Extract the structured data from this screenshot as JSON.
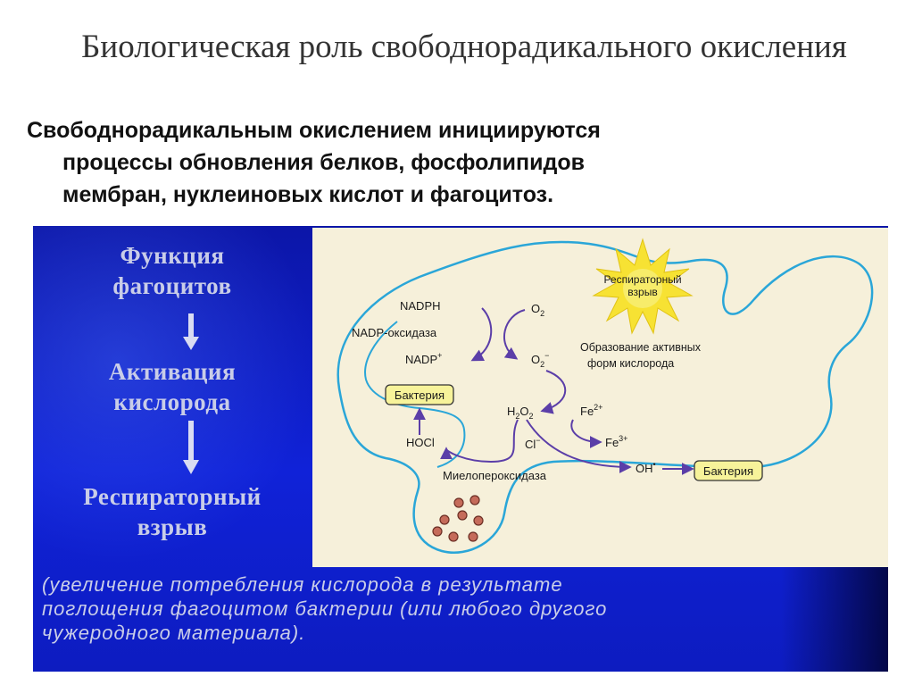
{
  "title": "Биологическая роль свободнорадикального окисления",
  "body": {
    "line1": "Свободнорадикальным окислением инициируются",
    "line2": "процессы обновления белков, фосфолипидов",
    "line3": "мембран, нуклеиновых кислот и фагоцитоз."
  },
  "panel": {
    "left": {
      "item1": [
        "Функция",
        "фагоцитов"
      ],
      "item2": [
        "Активация",
        "кислорода"
      ],
      "item3": [
        "Респираторный",
        "взрыв"
      ]
    },
    "bottom": [
      "(увеличение потребления кислорода в результате",
      "поглощения фагоцитом бактерии (или любого другого",
      "чужеродного материала)."
    ]
  },
  "diagram": {
    "sun_label": [
      "Респираторный",
      "взрыв"
    ],
    "nadph": "NADPH",
    "nadp_oxidase": "NADP-оксидаза",
    "nadp_plus": "NADP",
    "nadp_plus_sup": "+",
    "o2": "O",
    "o2_sub": "2",
    "o2_radical": "O",
    "o2_radical_sub": "2",
    "o2_radical_sup": "−",
    "ros_label": [
      "Образование активных",
      "форм кислорода"
    ],
    "bacteria_left": "Бактерия",
    "h2o2": "H",
    "h2o2_sub1": "2",
    "h2o2_mid": "O",
    "h2o2_sub2": "2",
    "fe2": "Fe",
    "fe2_sup": "2+",
    "fe3": "Fe",
    "fe3_sup": "3+",
    "hocl": "HOCl",
    "cl": "Cl",
    "cl_sup": "−",
    "myeloperoxidase": "Миелопероксидаза",
    "oh": "OH",
    "oh_sup": "•",
    "bacteria_right": "Бактерия"
  },
  "colors": {
    "panel_blue": "#1022d8",
    "diagram_bg": "#f6f0da",
    "membrane": "#2aa6d8",
    "arrow": "#5b3ea8",
    "label_box": "#f7f39a",
    "sun": "#f7e233",
    "granule": "#c56b5a"
  }
}
